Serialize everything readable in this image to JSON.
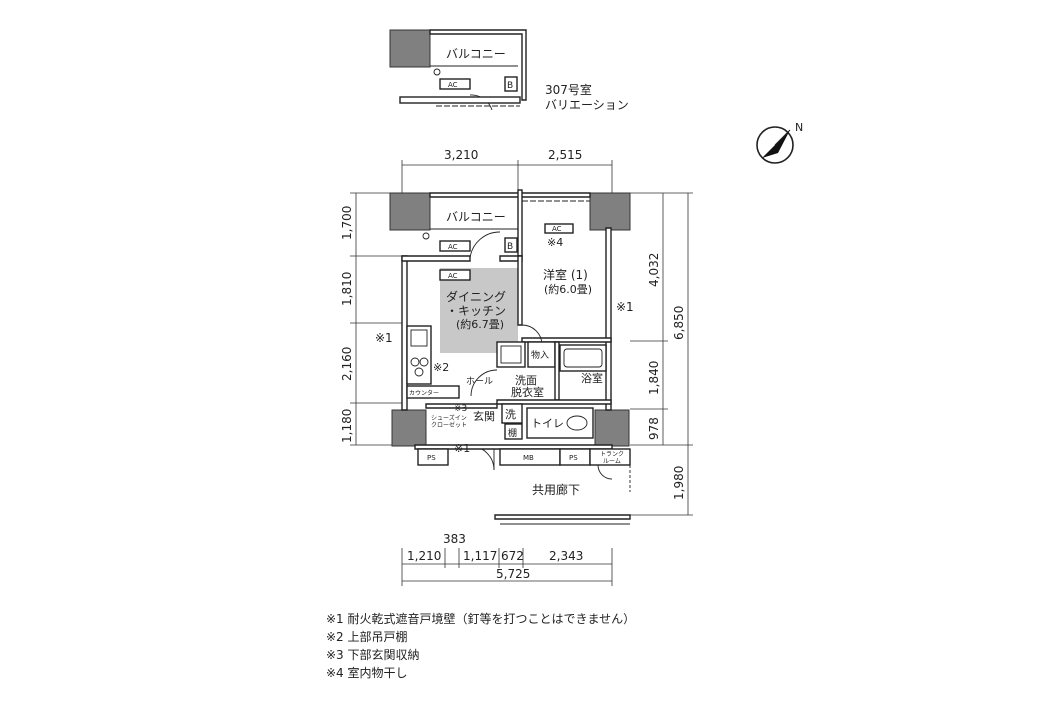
{
  "variation": {
    "room_no": "307号室",
    "label": "バリエーション",
    "balcony": "バルコニー",
    "ac": "AC",
    "b": "B"
  },
  "rooms": {
    "balcony": "バルコニー",
    "ac_dining": "AC",
    "ac_balcony": "AC",
    "ac_western": "AC",
    "b": "B",
    "dining_line1": "ダイニング",
    "dining_line2": "・キッチン",
    "dining_line3": "(約6.7畳)",
    "western_line1": "洋室 (1)",
    "western_line2": "(約6.0畳)",
    "mono_ire": "物入",
    "senmen_line1": "洗面",
    "senmen_line2": "脱衣室",
    "yokushitsu": "浴室",
    "toilet": "トイレ",
    "hall": "ホール",
    "genkan": "玄関",
    "sen": "洗",
    "tana": "棚",
    "counter": "カウンター",
    "shoes_line1": "シューズイン",
    "shoes_line2": "クローゼット",
    "trunk_line1": "トランク",
    "trunk_line2": "ルーム",
    "ps_left": "PS",
    "mb": "MB",
    "ps_right": "PS",
    "corridor": "共用廊下",
    "mark_wall_left": "※1",
    "mark_wall_right": "※1",
    "mark_door": "※1",
    "mark_2": "※2",
    "mark_3": "※3",
    "mark_4": "※4"
  },
  "compass": {
    "label": "N"
  },
  "dimensions": {
    "top": [
      "3,210",
      "2,515"
    ],
    "left": [
      "1,700",
      "1,810",
      "2,160",
      "1,180"
    ],
    "right_inner": [
      "4,032",
      "1,840",
      "978"
    ],
    "right_outer": [
      "6,850",
      "1,980"
    ],
    "bottom_upper": "383",
    "bottom_row": [
      "1,210",
      "1,117",
      "672",
      "2,343"
    ],
    "bottom_total": "5,725"
  },
  "notes": [
    "※1 耐火乾式遮音戸境壁（釘等を打つことはできません）",
    "※2 上部吊戸棚",
    "※3 下部玄関収納",
    "※4 室内物干し"
  ]
}
